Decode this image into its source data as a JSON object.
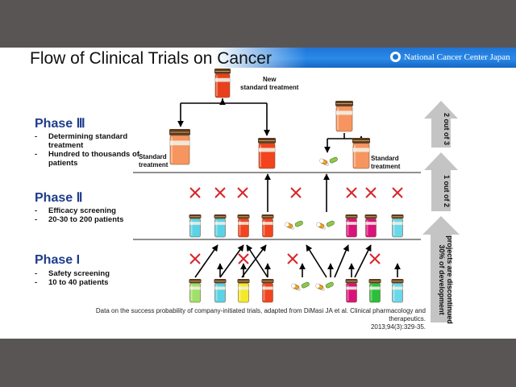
{
  "title": "Flow of Clinical Trials on Cancer",
  "logo_text": "National Cancer Center Japan",
  "new_standard": "New\nstandard treatment",
  "phases": [
    {
      "name": "Phase Ⅲ",
      "bullets": [
        "Determining standard treatment",
        "Hundred to thousands of patients"
      ]
    },
    {
      "name": "Phase Ⅱ",
      "bullets": [
        "Efficacy screening",
        "20-30 to 200 patients"
      ]
    },
    {
      "name": "Phase I",
      "bullets": [
        "Safety screening",
        "10 to 40 patients"
      ]
    }
  ],
  "standard_treatment_label": "Standard\ntreatment",
  "side_arrows": [
    {
      "label": "2 out of 3"
    },
    {
      "label": "1 out of 2"
    },
    {
      "label": "30% of development\nprojects are discontinued"
    }
  ],
  "citation": "Data on the success probability of company-initiated trials, adapted from DiMasi JA et al. Clinical pharmacology and therapeutics.\n2013;94(3):329-35.",
  "colors": {
    "title_bar": "#1f74d6",
    "phase_text": "#1f3c8c",
    "cross": "#d8262b",
    "side_arrow": "#c4c4c4"
  }
}
